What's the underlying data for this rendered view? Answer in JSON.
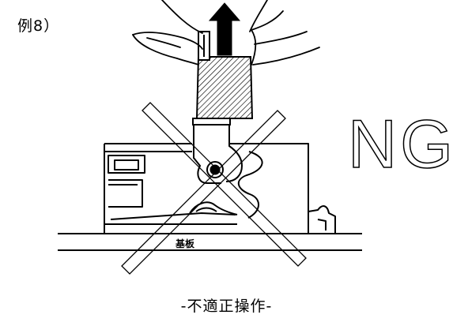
{
  "example_label": "例8）",
  "verdict": "NG",
  "board_label": "基板",
  "caption": "-不適正操作-"
}
